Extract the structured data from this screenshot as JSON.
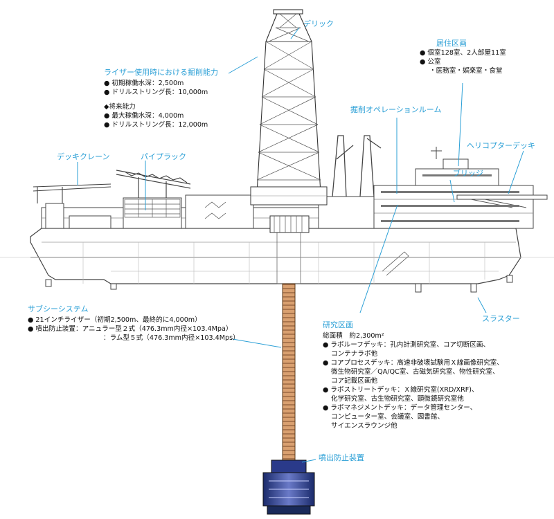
{
  "labels": {
    "derrick": "デリック",
    "riser_capability": "ライザー使用時における掘削能力",
    "living_area": "居住区画",
    "drilling_ops_room": "掘削オペレーションルーム",
    "deck_crane": "デッキクレーン",
    "pipe_rack": "パイプラック",
    "helideck": "ヘリコプターデッキ",
    "bridge": "ブリッジ",
    "subsea_system": "サブシーシステム",
    "research_area": "研究区画",
    "thruster": "スラスター",
    "bop": "噴出防止装置"
  },
  "riser_capability": {
    "items": [
      "● 初期稼働水深：2,500m",
      "● ドリルストリング長：10,000m"
    ],
    "future_title": "◆将来能力",
    "future_items": [
      "● 最大稼働水深：4,000m",
      "● ドリルストリング長：12,000m"
    ]
  },
  "living_area": {
    "items": [
      "● 個室128室、2人部屋11室",
      "● 公室",
      "・医務室・娯楽室・食堂"
    ]
  },
  "subsea_system": {
    "items": [
      "● 21インチライザー（初期2,500m、最終的に4,000m）",
      "● 噴出防止装置：アニュラー型２式（476.3mm内径×103.4Mpa）",
      "：ラム型５式（476.3mm内径×103.4Mps）"
    ]
  },
  "research_area": {
    "floor_area": "総面積　約2,300m²",
    "items": [
      "● ラボルーフデッキ：孔内計測研究室、コア切断区画、",
      "コンテナラボ他",
      "● コアプロセスデッキ：高速非破壊試験用Ｘ線画像研究室、",
      "微生物研究室／QA/QC室、古磁気研究室、物性研究室、",
      "コア記載区画他",
      "● ラボストリートデッキ：Ｘ線研究室(XRD/XRF)、",
      "化学研究室、古生物研究室、顕微鏡研究室他",
      "● ラボマネジメントデッキ：データ管理センター、",
      "コンピューター室、会議室、図書館、",
      "サイエンスラウンジ他"
    ]
  },
  "colors": {
    "label": "#2a9fd6",
    "line": "#2a9fd6",
    "drawing": "#333333",
    "hull": "#444444"
  }
}
